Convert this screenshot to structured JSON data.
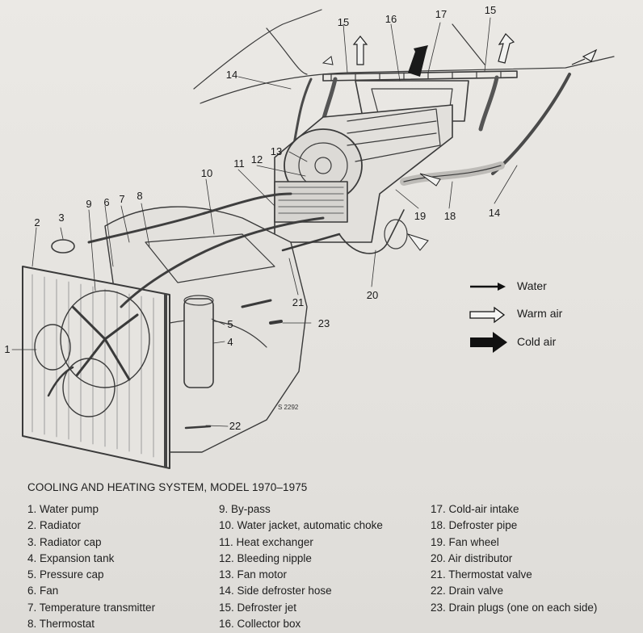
{
  "figure": {
    "callouts": [
      {
        "id": "c15a",
        "text": "15"
      },
      {
        "id": "c16",
        "text": "16"
      },
      {
        "id": "c17",
        "text": "17"
      },
      {
        "id": "c15b",
        "text": "15"
      },
      {
        "id": "c14a",
        "text": "14"
      },
      {
        "id": "c13",
        "text": "13"
      },
      {
        "id": "c12",
        "text": "12"
      },
      {
        "id": "c11",
        "text": "11"
      },
      {
        "id": "c10",
        "text": "10"
      },
      {
        "id": "c8",
        "text": "8"
      },
      {
        "id": "c7",
        "text": "7"
      },
      {
        "id": "c6",
        "text": "6"
      },
      {
        "id": "c9",
        "text": "9"
      },
      {
        "id": "c3",
        "text": "3"
      },
      {
        "id": "c2",
        "text": "2"
      },
      {
        "id": "c1",
        "text": "1"
      },
      {
        "id": "c5",
        "text": "5"
      },
      {
        "id": "c4",
        "text": "4"
      },
      {
        "id": "c21",
        "text": "21"
      },
      {
        "id": "c20",
        "text": "20"
      },
      {
        "id": "c19",
        "text": "19"
      },
      {
        "id": "c18",
        "text": "18"
      },
      {
        "id": "c14b",
        "text": "14"
      },
      {
        "id": "c23",
        "text": "23"
      },
      {
        "id": "c22",
        "text": "22"
      }
    ],
    "figure_ref": "S 2292",
    "legend": [
      {
        "label": "Water",
        "symbol": "thin-arrow"
      },
      {
        "label": "Warm air",
        "symbol": "outline-arrow"
      },
      {
        "label": "Cold air",
        "symbol": "bold-arrow"
      }
    ]
  },
  "caption": "COOLING AND HEATING SYSTEM, MODEL 1970–1975",
  "parts_columns": [
    [
      "1. Water pump",
      "2. Radiator",
      "3. Radiator cap",
      "4. Expansion tank",
      "5. Pressure cap",
      "6. Fan",
      "7. Temperature transmitter",
      "8. Thermostat"
    ],
    [
      "9. By-pass",
      "10. Water jacket, automatic choke",
      "11. Heat exchanger",
      "12. Bleeding nipple",
      "13. Fan motor",
      "14. Side defroster hose",
      "15. Defroster jet",
      "16. Collector box"
    ],
    [
      "17. Cold-air intake",
      "18. Defroster pipe",
      "19. Fan wheel",
      "20. Air distributor",
      "21. Thermostat valve",
      "22. Drain valve",
      "23. Drain plugs (one on each side)"
    ]
  ]
}
